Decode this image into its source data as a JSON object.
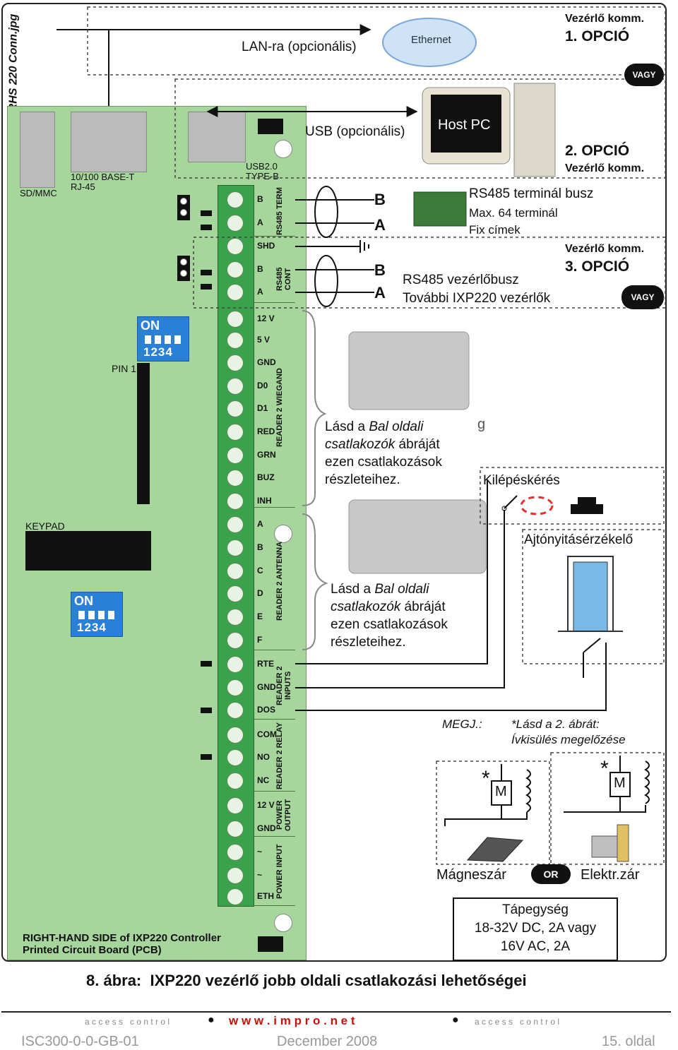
{
  "side_label": "RHS 220 Conn.jpg",
  "options": {
    "lan": "LAN-ra (opcionális)",
    "ethernet": "Ethernet",
    "usb": "USB (opcionális)",
    "host_pc": "Host PC",
    "opt1_title": "Vezérlő komm.",
    "opt1_num": "1. OPCIÓ",
    "opt2_num": "2. OPCIÓ",
    "opt2_title": "Vezérlő komm.",
    "opt3_title": "Vezérlő komm.",
    "opt3_num": "3. OPCIÓ",
    "vagy1": "VAGY",
    "vagy2": "VAGY"
  },
  "rs485": {
    "term_bus": "RS485 terminál busz",
    "max": "Max. 64 terminál",
    "fix": "Fix címek",
    "ctrl_bus": "RS485 vezérlőbusz",
    "more": "További IXP220 vezérlők",
    "b1": "B",
    "a1": "A",
    "b2": "B",
    "a2": "A"
  },
  "pcb": {
    "sdmmc": "SD/MMC",
    "eth_port": "10/100 BASE-T",
    "rj45": "RJ-45",
    "usb20": "USB2.0",
    "typeb": "TYPE-B",
    "pin1": "PIN 1",
    "keypad": "KEYPAD",
    "on1": "ON",
    "nums1": "1234",
    "on2": "ON",
    "nums2": "1234",
    "caption_line1": "RIGHT-HAND SIDE of IXP220 Controller",
    "caption_line2": "Printed Circuit Board (PCB)"
  },
  "terminals": {
    "pins": [
      "B",
      "A",
      "SHD",
      "B",
      "A",
      "12 V",
      "5 V",
      "GND",
      "D0",
      "D1",
      "RED",
      "GRN",
      "BUZ",
      "INH",
      "A",
      "B",
      "C",
      "D",
      "E",
      "F",
      "RTE",
      "GND",
      "DOS",
      "COM",
      "NO",
      "NC",
      "12 V",
      "GND",
      "~",
      "~",
      "ETH"
    ],
    "groups": [
      "RS485 TERM",
      "RS485 CONT",
      "READER 2 WIEGAND",
      "READER 2 ANTENNA",
      "READER 2 INPUTS",
      "READER 2 RELAY",
      "POWER OUTPUT",
      "POWER INPUT"
    ]
  },
  "notes": {
    "n1_a": "Lásd a ",
    "n1_b": "Bal oldali",
    "n1_c": "csatlakozók",
    "n1_d": " ábráját",
    "n1_e": "ezen csatlakozások",
    "n1_f": "részleteihez.",
    "n1_g": "g",
    "n2_a": "Lásd a ",
    "n2_b": "Bal oldali",
    "n2_c": "csatlakozók",
    "n2_d": " ábráját",
    "n2_e": "ezen csatlakozások",
    "n2_f": "részleteihez."
  },
  "right": {
    "exit": "Kilépéskérés",
    "door": "Ajtónyitásérzékelő",
    "megj": "MEGJ.:",
    "see": "*Lásd a 2. ábrát:",
    "arc": "Ívkisülés megelőzése",
    "m1": "M",
    "m2": "M",
    "star1": "*",
    "star2": "*",
    "magnet": "Mágneszár",
    "or": "OR",
    "strike": "Elektr.zár",
    "psu1": "Tápegység",
    "psu2": "18-32V DC, 2A vagy",
    "psu3": "16V AC, 2A"
  },
  "figure_caption": "8. ábra:  IXP220 vezérlő jobb oldali csatlakozási lehetőségei",
  "footer": {
    "left_tag": "a c c e s s   c o n t r o l",
    "url": "w w w . i m p r o . n e t",
    "right_tag": "a c c e s s   c o n t r o l",
    "doc": "ISC300-0-0-GB-01",
    "date": "December 2008",
    "page": "15. oldal"
  }
}
